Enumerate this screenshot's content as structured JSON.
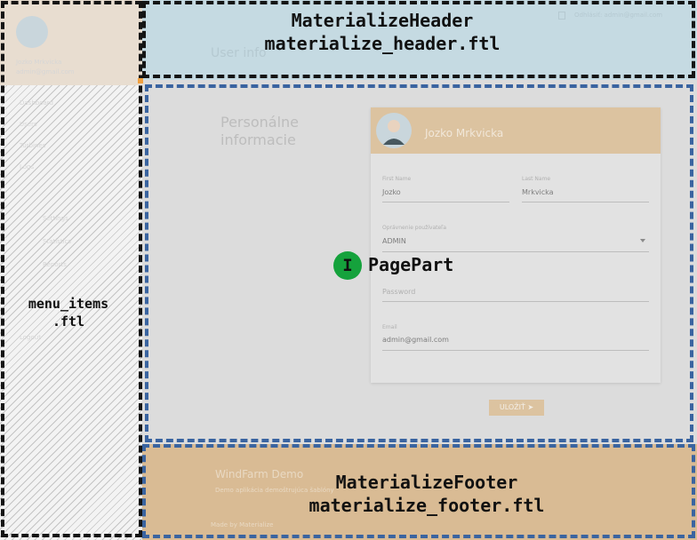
{
  "sidebar": {
    "profile_name": "Jozko Mrkvicka",
    "profile_email": "admin@gmail.com",
    "items": [
      "Dashboard",
      "Users",
      "Turbines",
      "Logs",
      "Settings",
      "Statistics",
      "Reports",
      "Logout"
    ]
  },
  "header": {
    "page_title": "User info",
    "logout_text": "Odhlásiť: admin@gmail.com"
  },
  "main": {
    "section_title": "Personálne informacie",
    "card": {
      "name": "Jozko Mrkvicka",
      "first_name_label": "First Name",
      "first_name_value": "Jozko",
      "last_name_label": "Last Name",
      "last_name_value": "Mrkvicka",
      "role_label": "Oprávnenie používateľa",
      "role_value": "ADMIN",
      "password_placeholder": "Password",
      "email_label": "Email",
      "email_value": "admin@gmail.com"
    },
    "save_label": "ULOŽIŤ"
  },
  "footer": {
    "title": "WindFarm Demo",
    "subtitle": "Demo aplikácia demoštrujúca šablóny",
    "made_by": "Made by Materialize"
  },
  "annotations": {
    "header_label_1": "MaterializeHeader",
    "header_label_2": "materialize_header.ftl",
    "menu_label_1": "menu_items",
    "menu_label_2": ".ftl",
    "pagepart_badge": "I",
    "pagepart_label": "PagePart",
    "footer_label_1": "MaterializeFooter",
    "footer_label_2": "materialize_footer.ftl"
  },
  "colors": {
    "header_bg": "#c5dae2",
    "footer_bg": "#d9bb94",
    "card_accent": "#dcc3a0",
    "badge_green": "#15a23c",
    "blue_dash": "#3a64a0"
  }
}
